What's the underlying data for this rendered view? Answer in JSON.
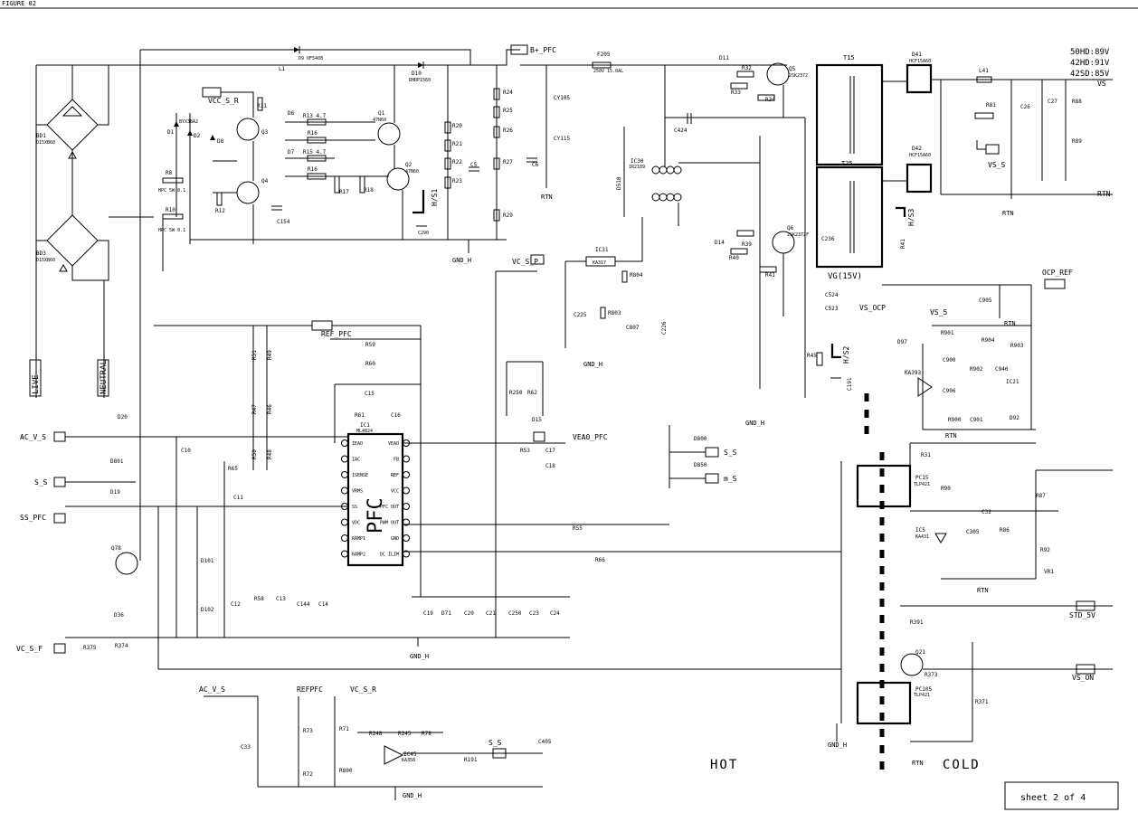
{
  "header": {
    "title": "FIGURE 02"
  },
  "sheet": {
    "label": "sheet 2 of 4",
    "hot": "HOT",
    "cold": "COLD"
  },
  "outputs": {
    "line1": "50HD:89V",
    "line2": "42HD:91V",
    "line3": "42SD:85V"
  },
  "inputs": [
    "LIVE",
    "NEUTRAL"
  ],
  "signals": {
    "vcc_s_r": "VCC_S_R",
    "b_pfc": "B+_PFC",
    "vc_s_p": "VC_S_P",
    "ref_pfc": "REF_PFC",
    "ac_v_s": "AC_V_S",
    "s_s": "S_S",
    "ss_pfc": "SS_PFC",
    "vc_s_f": "VC_S_F",
    "vea0_pfc": "VEA0_PFC",
    "s_s2": "S_S",
    "m_s": "m_S",
    "vs": "VS",
    "vs_s": "VS_S",
    "rtn": "RTN",
    "gnd_h": "GND_H",
    "ocp_ref": "OCP_REF",
    "vs_ocp": "VS_OCP",
    "vs_5": "VS_5",
    "std_5v": "STD_5V",
    "vs_on": "VS_ON",
    "ac_v_s2": "AC_V_S",
    "refpfc": "REFPFC",
    "vc_s_r2": "VC_S_R",
    "s_s3": "S_S"
  },
  "ic_pfc": {
    "ref": "IC1",
    "part": "ML4824",
    "label": "PFC",
    "left_pins": [
      "IEAO",
      "IAC",
      "ISENSE",
      "VRMS",
      "SS",
      "VDC",
      "RAMP1",
      "RAMP2"
    ],
    "right_pins": [
      "VEAO",
      "FB",
      "REF",
      "VCC",
      "PFC OUT",
      "PWM OUT",
      "GND",
      "DC ILIM"
    ]
  },
  "labels": {
    "bd1": "BD1",
    "bd1_part": "D15XB60",
    "bd3": "BD3",
    "bd3_part": "D15XB60",
    "d9": "D9 UF5408",
    "l1": "L1",
    "d10": "D10",
    "d10_part": "RHRP1560",
    "r11": "R11",
    "r13": "R13 4.7",
    "r16": "R16",
    "r15": "R15 4.7",
    "r18": "R18",
    "r17": "R17",
    "q1": "Q1",
    "q1_part": "47N60",
    "q2": "Q2",
    "q2_part": "47N60",
    "q3": "Q3",
    "q4": "Q4",
    "d1": "D1",
    "d2": "D2",
    "d8": "D8",
    "d6": "D6",
    "d7": "D7",
    "r12": "R12",
    "r8": "R8",
    "r10": "R10",
    "c154": "C154",
    "c290": "C290",
    "hs1": "H/S1",
    "f205": "F205",
    "f205_val": "250V 15.0AL",
    "r24": "R24",
    "r25": "R25",
    "r26": "R26",
    "r20": "R20",
    "r21": "R21",
    "r22": "R22",
    "r23": "R23",
    "r27": "R27",
    "r29": "R29",
    "c5": "C5",
    "c6": "C6",
    "cy105": "CY105",
    "cy115": "CY115",
    "d11": "D11",
    "r32": "R32",
    "r33": "R33",
    "q5": "Q5",
    "q5_part": "2SK2372",
    "r34": "R34",
    "c424": "C424",
    "ic30": "IC30",
    "ic30_part": "IR2109",
    "d510": "D510",
    "ic31": "IC31",
    "ic31_part": "KA317",
    "r804": "R804",
    "r803": "R803",
    "c225": "C225",
    "c807": "C807",
    "c226": "C226",
    "d14": "D14",
    "r39": "R39",
    "q6": "Q6",
    "q6_part": "2SK2372F",
    "r40": "R40",
    "r41": "R41",
    "c236": "C236",
    "c524": "C524",
    "c523": "C523",
    "r45": "R45",
    "hs2": "H/S2",
    "c191": "C191",
    "t15": "T15",
    "t25": "T25",
    "vg15": "VG(15V)",
    "hs3": "H/S3",
    "r41b": "R41",
    "d41": "D41",
    "d41_part": "HCF15A60",
    "d42": "D42",
    "d42_part": "HCF15A60",
    "l41": "L41",
    "r81": "R81",
    "c26": "C26",
    "c27": "C27",
    "r88": "R88",
    "r89": "R89",
    "c905": "C905",
    "d97": "D97",
    "ka393": "KA393",
    "r901": "R901",
    "r904": "R904",
    "r903": "R903",
    "c900": "C900",
    "r902": "R902",
    "c940": "C940",
    "c906": "C906",
    "ic21": "IC21",
    "r900": "R900",
    "c901": "C901",
    "d92": "D92",
    "r31": "R31",
    "pc15": "PC15",
    "pc15_part": "TLP421",
    "r90": "R90",
    "r87": "R87",
    "ic5": "IC5",
    "ic5_part": "KA431",
    "c32": "C32",
    "c305": "C305",
    "r86": "R86",
    "r92": "R92",
    "vr1": "VR1",
    "r391": "R391",
    "q21": "Q21",
    "r373": "R373",
    "pc105": "PC105",
    "pc105_part": "TLP421",
    "r371": "R371",
    "d20": "D20",
    "d801": "D801",
    "d19": "D19",
    "q78": "Q78",
    "d36": "D36",
    "r375": "R375",
    "r374": "R374",
    "c10": "C10",
    "r65": "R65",
    "c11": "C11",
    "d101": "D101",
    "d102": "D102",
    "c12": "C12",
    "r58": "R58",
    "c13": "C13",
    "r51": "R51",
    "r47": "R47",
    "r46": "R46",
    "r49": "R49",
    "r48": "R48",
    "r50": "R50",
    "r59": "R59",
    "r60": "R60",
    "c15": "C15",
    "r61": "R61",
    "c16": "C16",
    "d15": "D15",
    "r53": "R53",
    "c17": "C17",
    "c18": "C18",
    "r250": "R250",
    "r62": "R62",
    "d800": "D800",
    "d850": "D850",
    "r55": "R55",
    "r66": "R66",
    "c144": "C144",
    "c14": "C14",
    "c19": "C19",
    "d71": "D71",
    "c20": "C20",
    "c21": "C21",
    "c250": "C250",
    "c23": "C23",
    "c24": "C24",
    "c33": "C33",
    "r73": "R73",
    "r72": "R72",
    "r71": "R71",
    "r800": "R800",
    "r248": "R248",
    "r245": "R245",
    "r78": "R78",
    "ic45": "IC45",
    "ic45_part": "KA358",
    "r191": "R191",
    "c405": "C405"
  }
}
